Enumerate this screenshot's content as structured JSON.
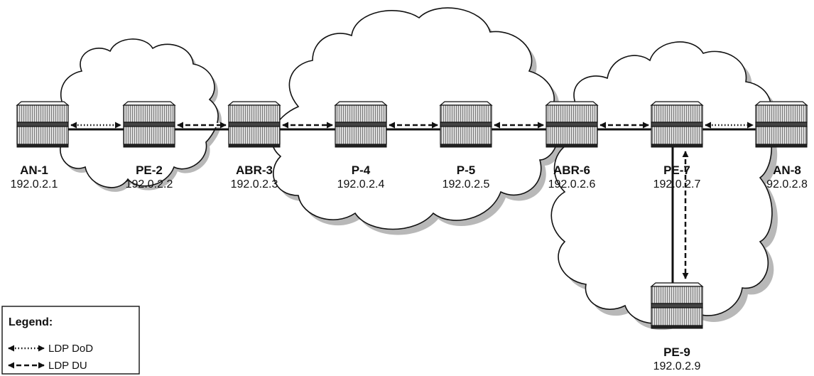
{
  "nodes": [
    {
      "id": "an1",
      "name": "AN-1",
      "ip": "192.0.2.1"
    },
    {
      "id": "pe2",
      "name": "PE-2",
      "ip": "192.0.2.2"
    },
    {
      "id": "abr3",
      "name": "ABR-3",
      "ip": "192.0.2.3"
    },
    {
      "id": "p4",
      "name": "P-4",
      "ip": "192.0.2.4"
    },
    {
      "id": "p5",
      "name": "P-5",
      "ip": "192.0.2.5"
    },
    {
      "id": "abr6",
      "name": "ABR-6",
      "ip": "192.0.2.6"
    },
    {
      "id": "pe7",
      "name": "PE-7",
      "ip": "192.0.2.7"
    },
    {
      "id": "an8",
      "name": "AN-8",
      "ip": "92.0.2.8"
    },
    {
      "id": "pe9",
      "name": "PE-9",
      "ip": "192.0.2.9"
    }
  ],
  "links": [
    {
      "from": "an1",
      "to": "pe2",
      "signaling": "LDP DoD"
    },
    {
      "from": "pe2",
      "to": "abr3",
      "signaling": "LDP DU"
    },
    {
      "from": "abr3",
      "to": "p4",
      "signaling": "LDP DU"
    },
    {
      "from": "p4",
      "to": "p5",
      "signaling": "LDP DU"
    },
    {
      "from": "p5",
      "to": "abr6",
      "signaling": "LDP DU"
    },
    {
      "from": "abr6",
      "to": "pe7",
      "signaling": "LDP DU"
    },
    {
      "from": "pe7",
      "to": "an8",
      "signaling": "LDP DoD"
    },
    {
      "from": "pe7",
      "to": "pe9",
      "signaling": "LDP DU"
    }
  ],
  "legend": {
    "title": "Legend:",
    "items": [
      {
        "style": "dotted",
        "label": "LDP DoD"
      },
      {
        "style": "dashed",
        "label": "LDP DU"
      }
    ]
  },
  "colors": {
    "cloud_fill": "#ffffff",
    "cloud_shadow": "#b8b8b8",
    "router_body": "#d9d9d9",
    "line": "#111111"
  }
}
